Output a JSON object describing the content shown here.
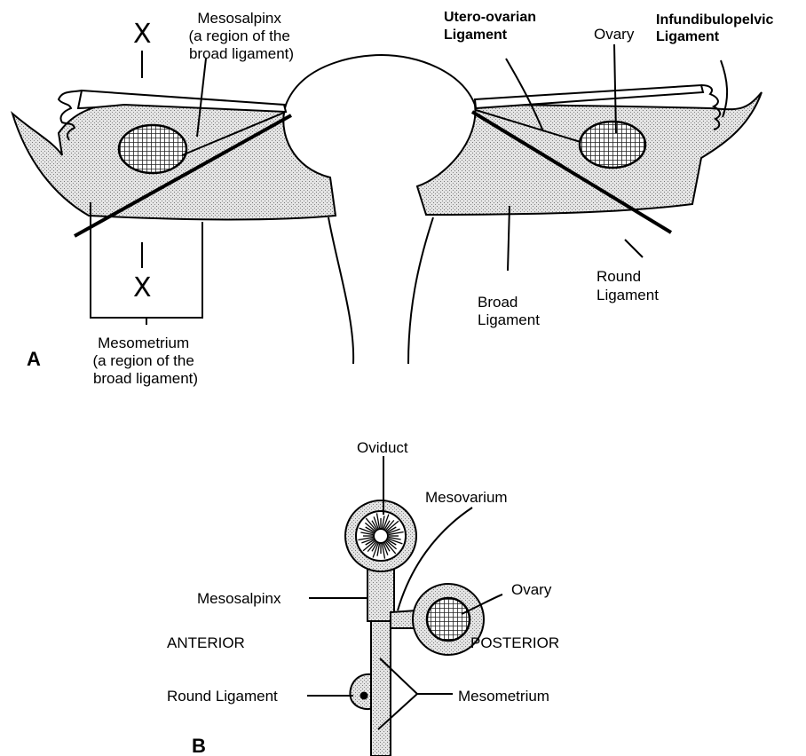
{
  "panel_a": {
    "label": "A",
    "x_marks": [
      "X",
      "X"
    ],
    "mesosalpinx": [
      "Mesosalpinx",
      "(a region of the",
      "broad ligament)"
    ],
    "mesometrium": [
      "Mesometrium",
      "(a region of the",
      "broad ligament)"
    ],
    "utero_ovarian": [
      "Utero-ovarian",
      "Ligament"
    ],
    "ovary": "Ovary",
    "infundibulopelvic": [
      "Infundibulopelvic",
      "Ligament"
    ],
    "round_ligament": [
      "Round",
      "Ligament"
    ],
    "broad_ligament": [
      "Broad",
      "Ligament"
    ]
  },
  "panel_b": {
    "label": "B",
    "oviduct": "Oviduct",
    "mesovarium": "Mesovarium",
    "mesosalpinx": "Mesosalpinx",
    "ovary": "Ovary",
    "anterior": "ANTERIOR",
    "posterior": "POSTERIOR",
    "round_ligament": "Round Ligament",
    "mesometrium": "Mesometrium"
  }
}
